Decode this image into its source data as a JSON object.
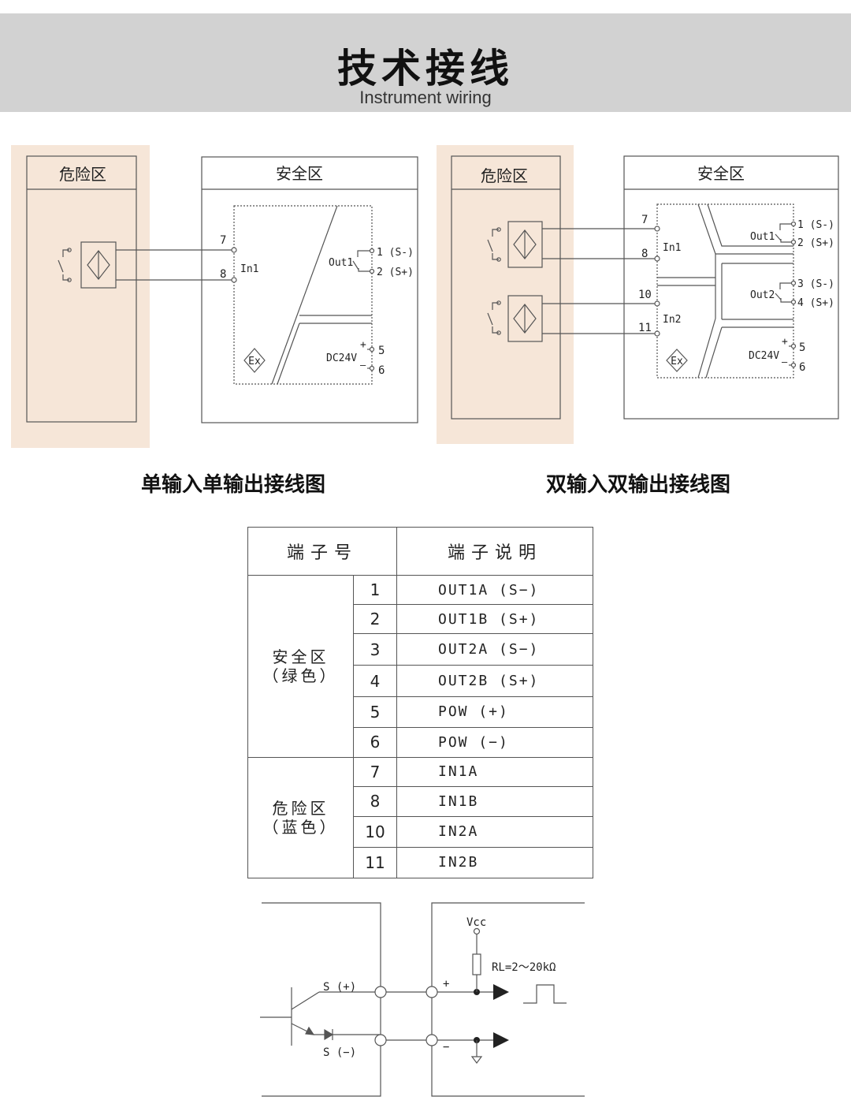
{
  "header": {
    "title": "技术接线",
    "subtitle": "Instrument wiring"
  },
  "diagram_single": {
    "hazard_label": "危险区",
    "safe_label": "安全区",
    "in_terminals": [
      "7",
      "8"
    ],
    "in_label": "In1",
    "out_label": "Out1",
    "out_terminals": [
      "1 (S-)",
      "2 (S+)"
    ],
    "power_label": "DC24V",
    "power_plus": "+",
    "power_minus": "—",
    "power_terminals": [
      "5",
      "6"
    ],
    "ex_mark": "Ex",
    "caption": "单输入单输出接线图"
  },
  "diagram_dual": {
    "hazard_label": "危险区",
    "safe_label": "安全区",
    "in1_terminals": [
      "7",
      "8"
    ],
    "in1_label": "In1",
    "in2_terminals": [
      "10",
      "11"
    ],
    "in2_label": "In2",
    "out1_label": "Out1",
    "out1_terminals": [
      "1 (S-)",
      "2 (S+)"
    ],
    "out2_label": "Out2",
    "out2_terminals": [
      "3 (S-)",
      "4 (S+)"
    ],
    "power_label": "DC24V",
    "power_plus": "+",
    "power_minus": "—",
    "power_terminals": [
      "5",
      "6"
    ],
    "ex_mark": "Ex",
    "caption": "双输入双输出接线图"
  },
  "table": {
    "header_terminal": "端子号",
    "header_desc": "端子说明",
    "safe_zone": {
      "line1": "安全区",
      "line2": "（绿色）"
    },
    "hazard_zone": {
      "line1": "危险区",
      "line2": "（蓝色）"
    },
    "rows": [
      {
        "num": "1",
        "desc": "OUT1A (S−)"
      },
      {
        "num": "2",
        "desc": "OUT1B (S+)"
      },
      {
        "num": "3",
        "desc": "OUT2A (S−)"
      },
      {
        "num": "4",
        "desc": "OUT2B (S+)"
      },
      {
        "num": "5",
        "desc": "POW (+)"
      },
      {
        "num": "6",
        "desc": "POW (−)"
      },
      {
        "num": "7",
        "desc": "IN1A"
      },
      {
        "num": "8",
        "desc": "IN1B"
      },
      {
        "num": "10",
        "desc": "IN2A"
      },
      {
        "num": "11",
        "desc": "IN2B"
      }
    ]
  },
  "circuit": {
    "s_plus": "S (+)",
    "s_minus": "S (−)",
    "vcc": "Vcc",
    "rl": "RL=2～20kΩ",
    "plus": "+",
    "minus": "−"
  },
  "colors": {
    "header_bg": "#d2d2d2",
    "hazard_bg": "#f6e6d8",
    "line": "#555555"
  }
}
